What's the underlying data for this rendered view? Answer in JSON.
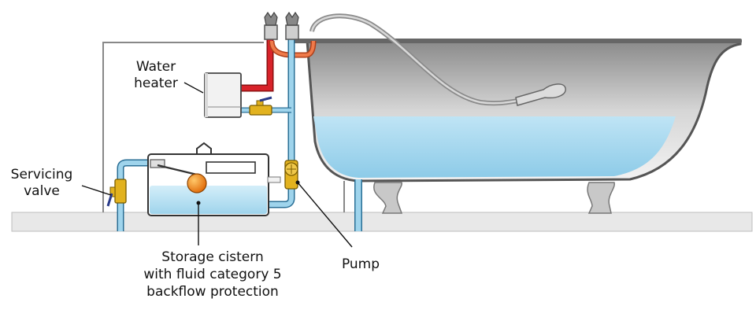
{
  "labels": {
    "water_heater": [
      "Water",
      "heater"
    ],
    "servicing_valve": [
      "Servicing",
      "valve"
    ],
    "storage_cistern": [
      "Storage cistern",
      "with fluid category 5",
      "backflow protection"
    ],
    "pump": "Pump"
  },
  "colors": {
    "cold_water": "#8ec9e6",
    "hot_water": "#d8232a",
    "bath_water": "#a9daf0",
    "floor": "#e6e6e6",
    "valve_brass": "#e2b21f",
    "float_ball": "#f08a14",
    "pipe_outline": "#2a6f96"
  },
  "icons": [
    "tap-handle-icon",
    "float-ball-icon",
    "pump-icon",
    "valve-icon",
    "shower-head-icon",
    "up-arrow-icon"
  ]
}
